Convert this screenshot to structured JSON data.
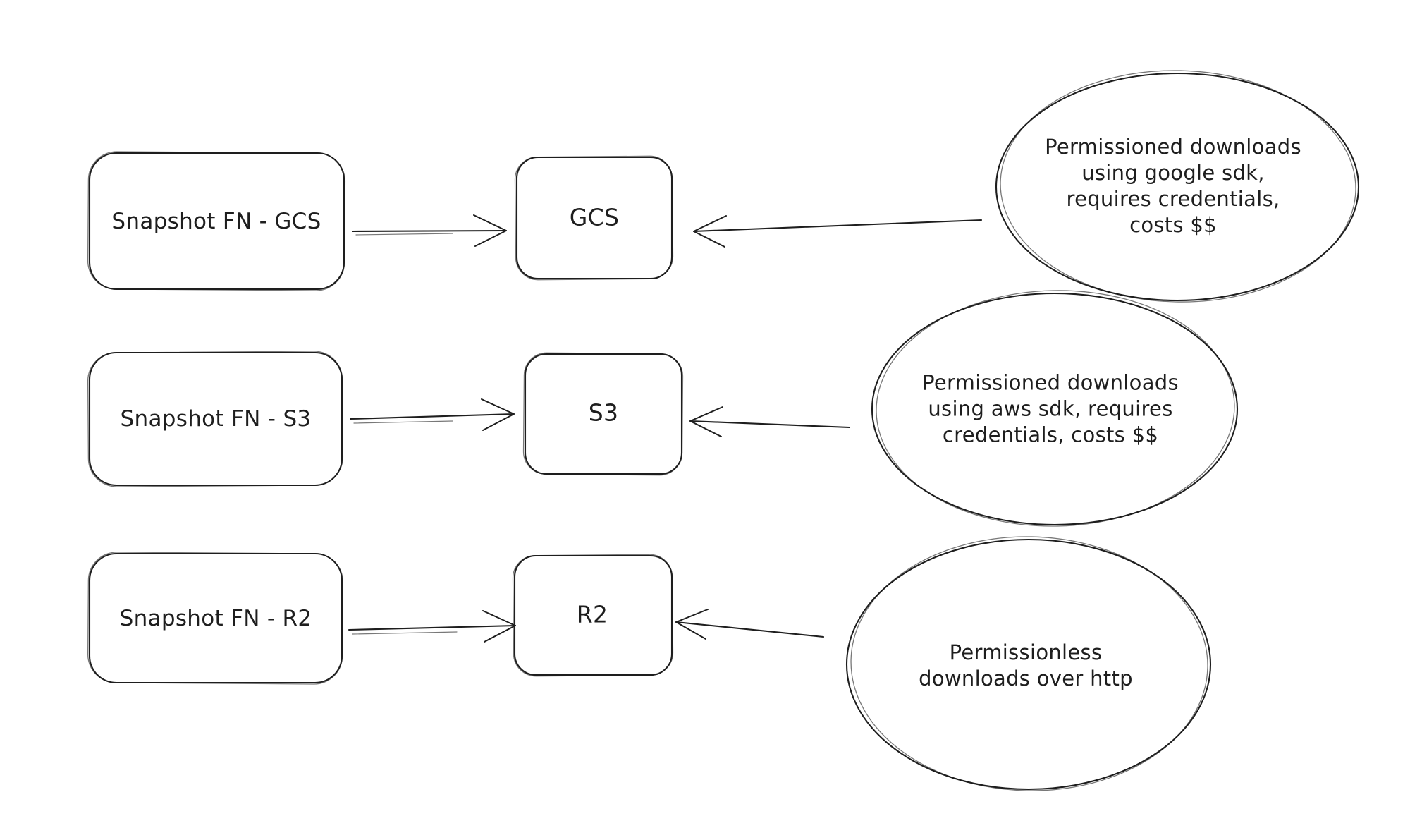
{
  "diagram": {
    "colors": {
      "ink": "#1e1e1e",
      "background": "#ffffff"
    },
    "rows": [
      {
        "source_label": "Snapshot FN - GCS",
        "target_label": "GCS",
        "note": "Permissioned downloads\nusing google sdk,\nrequires credentials,\ncosts $$"
      },
      {
        "source_label": "Snapshot FN - S3",
        "target_label": "S3",
        "note": "Permissioned downloads\nusing aws sdk, requires\ncredentials, costs $$"
      },
      {
        "source_label": "Snapshot FN - R2",
        "target_label": "R2",
        "note": "Permissionless\ndownloads over http"
      }
    ]
  }
}
